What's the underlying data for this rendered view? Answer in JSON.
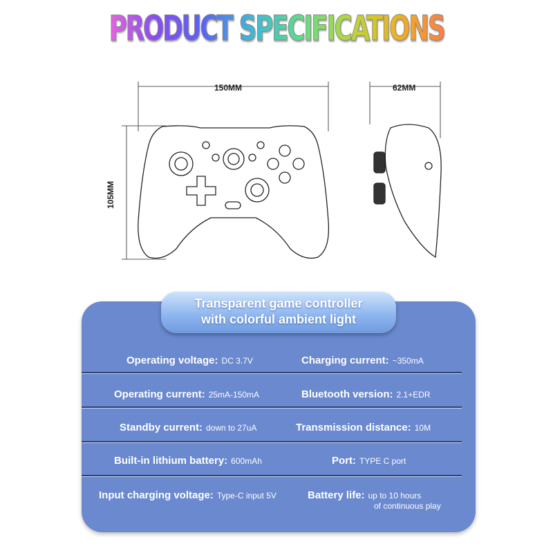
{
  "title": "PRODUCT SPECIFICATIONS",
  "dimensions": {
    "width": "150MM",
    "depth": "62MM",
    "height": "105MM"
  },
  "badge": {
    "line1": "Transparent game controller",
    "line2": "with colorful ambient light"
  },
  "specs": [
    {
      "label": "Operating voltage:",
      "value": "DC 3.7V"
    },
    {
      "label": "Charging current:",
      "value": "~350mA"
    },
    {
      "label": "Operating current:",
      "value": "25mA-150mA"
    },
    {
      "label": "Bluetooth version:",
      "value": "2.1+EDR"
    },
    {
      "label": "Standby current:",
      "value": "down to 27uA"
    },
    {
      "label": "Transmission distance:",
      "value": "10M"
    },
    {
      "label": "Built-in lithium battery:",
      "value": "600mAh"
    },
    {
      "label": "Port:",
      "value": "TYPE C port"
    },
    {
      "label": "Input charging voltage:",
      "value": "Type-C input 5V"
    },
    {
      "label": "Battery life:",
      "value": "up to 10 hours",
      "value2": "of continuous play"
    }
  ]
}
